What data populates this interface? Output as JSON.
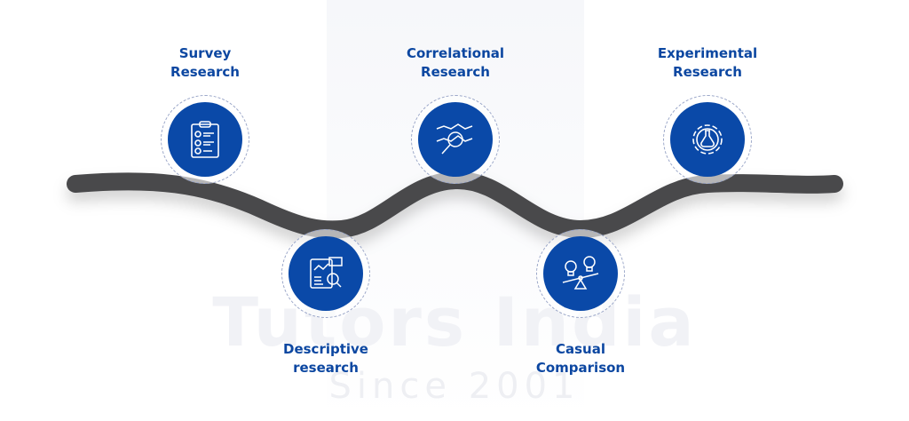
{
  "watermark": {
    "brand": "Tutors India",
    "tagline": "Since 2001"
  },
  "colors": {
    "accent": "#0a49a8",
    "label": "#0c47a1",
    "wave": "#4a4a4c"
  },
  "steps": [
    {
      "line1": "Survey",
      "line2": "Research",
      "icon": "clipboard-checklist-icon"
    },
    {
      "line1": "Descriptive",
      "line2": "research",
      "icon": "report-magnifier-icon"
    },
    {
      "line1": "Correlational",
      "line2": "Research",
      "icon": "data-trend-magnifier-icon"
    },
    {
      "line1": "Casual",
      "line2": "Comparison",
      "icon": "lightbulb-balance-icon"
    },
    {
      "line1": "Experimental",
      "line2": "Research",
      "icon": "flask-gear-icon"
    }
  ]
}
